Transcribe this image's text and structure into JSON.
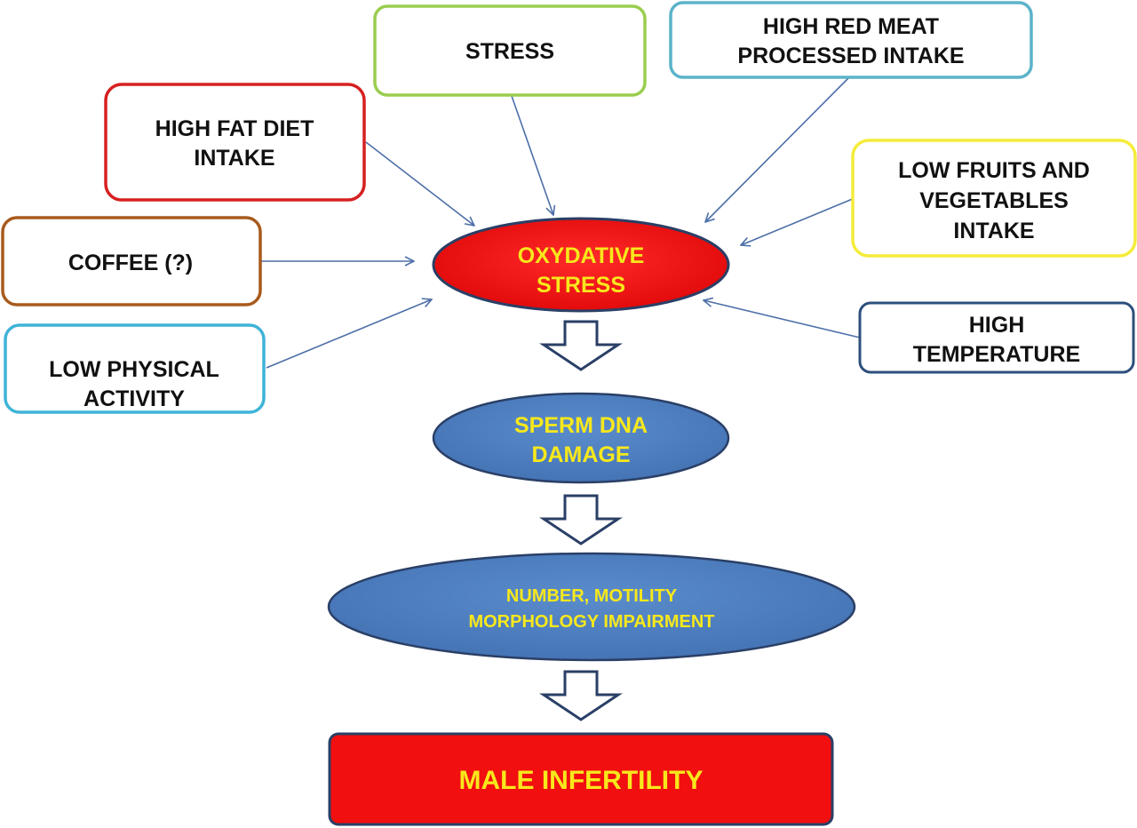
{
  "factors": {
    "stress": [
      "STRESS"
    ],
    "red_meat": [
      "HIGH RED MEAT",
      "PROCESSED INTAKE"
    ],
    "high_fat": [
      "HIGH FAT DIET",
      "INTAKE"
    ],
    "fruits_veg": [
      "LOW FRUITS AND",
      "VEGETABLES",
      "INTAKE"
    ],
    "coffee": [
      "COFFEE (?)"
    ],
    "physical": [
      "LOW PHYSICAL",
      "ACTIVITY"
    ],
    "temperature": [
      "HIGH",
      "TEMPERATURE"
    ]
  },
  "chain": {
    "oxidative": [
      "OXYDATIVE",
      "STRESS"
    ],
    "dna": [
      "SPERM DNA",
      "DAMAGE"
    ],
    "sperm_params": [
      "NUMBER, MOTILITY",
      "MORPHOLOGY IMPAIRMENT"
    ],
    "outcome": [
      "MALE INFERTILITY"
    ]
  },
  "colors": {
    "stress_border": "#9acd4f",
    "red_meat_border": "#5bb3c9",
    "high_fat_border": "#d62020",
    "fruits_veg_border": "#f4ec3a",
    "coffee_border": "#a85a1c",
    "physical_border": "#3fb3d8",
    "temperature_border": "#2c4f7c",
    "ellipse_red": "#f10f0f",
    "ellipse_blue": "#4f7fc0",
    "outline_navy": "#2a3f66",
    "arrow_line": "#4d6fa8",
    "label_yellow": "#f7e81c"
  }
}
